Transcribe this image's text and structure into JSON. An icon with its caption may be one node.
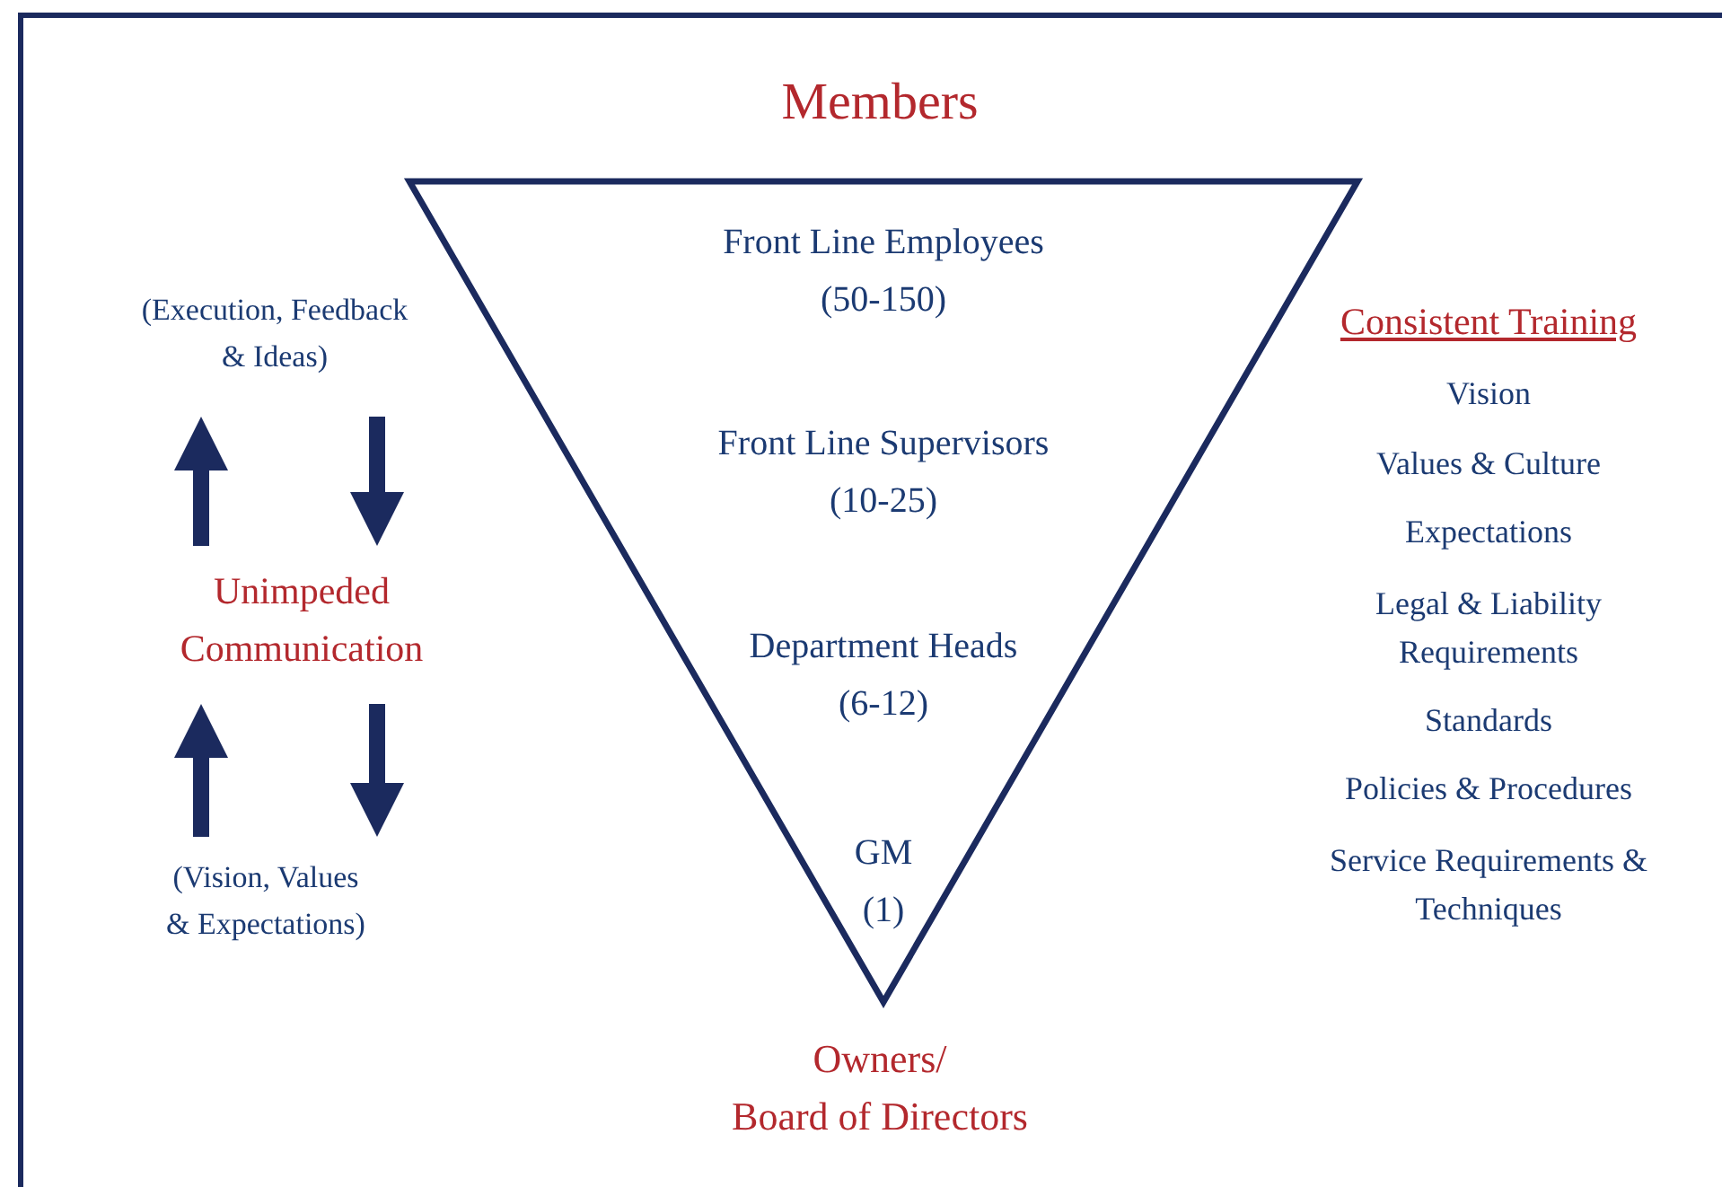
{
  "diagram": {
    "title": "Members",
    "nodes": [
      {
        "text": [
          "Front Line Employees (50-150)",
          "Front Line Supervisors (10-25)",
          "Department Heads (6-12)",
          "GM (1)"
        ]
      },
      {
        "text": [
          "(Execution, Feedback & Ideas)"
        ]
      },
      {
        "text": [
          "Unimpeded Communication"
        ]
      },
      {
        "text": [
          "(Vision, Values & Expectations)"
        ]
      }
    ],
    "edges": [
      {
        "from": 2,
        "to": 1,
        "arrow": "to"
      },
      {
        "from": 1,
        "to": 2,
        "arrow": "to"
      },
      {
        "from": 3,
        "to": 2,
        "arrow": "to"
      },
      {
        "from": 2,
        "to": 3,
        "arrow": "to"
      }
    ],
    "labels": [
      "Owners/ Board of Directors",
      "Consistent Training",
      "Vision",
      "Values & Culture",
      "Expectations",
      "Legal & Liability Requirements",
      "Standards",
      "Policies & Procedures",
      "Service Requirements & Techniques"
    ]
  }
}
